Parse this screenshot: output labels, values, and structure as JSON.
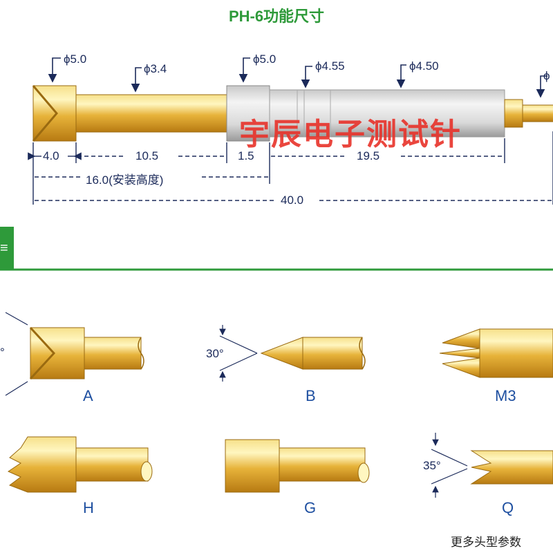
{
  "title": "PH-6功能尺寸",
  "watermark": "宇辰电子测试针",
  "diameters": {
    "d1": "ϕ5.0",
    "d2": "ϕ3.4",
    "d3": "ϕ5.0",
    "d4": "ϕ4.55",
    "d5": "ϕ4.50",
    "d6": "ϕ"
  },
  "lengths": {
    "l1": "4.0",
    "l2": "10.5",
    "l3": "1.5",
    "l4": "19.5",
    "install_height": "16.0(安装高度)",
    "total": "40.0"
  },
  "section_marker": "≡",
  "heads": [
    {
      "id": "A",
      "label": "A",
      "angle": "°"
    },
    {
      "id": "B",
      "label": "B",
      "angle": "30°"
    },
    {
      "id": "M3",
      "label": "M3"
    },
    {
      "id": "H",
      "label": "H"
    },
    {
      "id": "G",
      "label": "G"
    },
    {
      "id": "Q",
      "label": "Q",
      "angle": "35°"
    }
  ],
  "footer": "更多头型参数"
}
